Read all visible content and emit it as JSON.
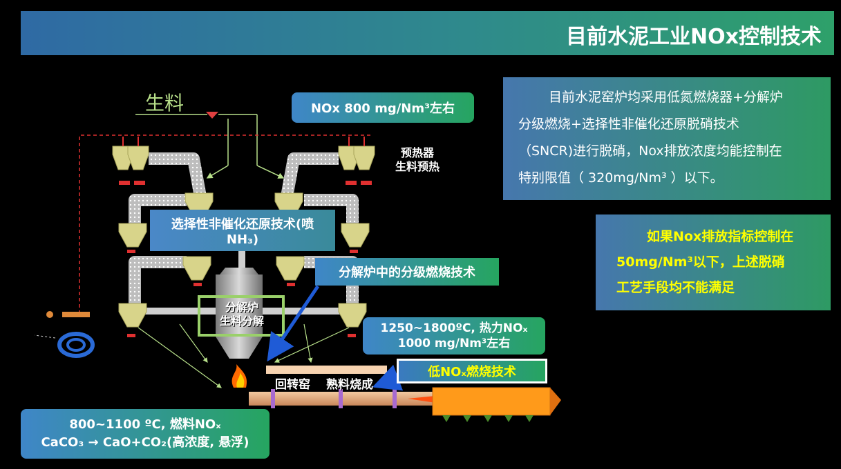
{
  "title": "目前水泥工业NOx控制技术",
  "labels": {
    "raw_meal": "生料",
    "preheater_line1": "预热器",
    "preheater_line2": "生料预热",
    "calciner_line1": "分解炉",
    "calciner_line2": "生料分解",
    "kiln": "回转窑",
    "clinker": "熟料烧成"
  },
  "callouts": {
    "nox_top": "NOx 800 mg/Nm³左右",
    "sncr_line1": "选择性非催化还原技术(喷",
    "sncr_line2": "NH₃)",
    "staged": "分解炉中的分级燃烧技术",
    "thermal_line1": "1250~1800ºC, 热力NOₓ",
    "thermal_line2": "1000 mg/Nm³左右",
    "low_nox": "低NOₓ燃烧技术",
    "fuel_line1": "800~1100 ºC, 燃料NOₓ",
    "fuel_line2": "CaCO₃ → CaO+CO₂(高浓度, 悬浮)"
  },
  "info_box": [
    "目前水泥窑炉均采用低氮燃烧器+分解炉",
    "分级燃烧+选择性非催化还原脱硝技术",
    "（SNCR)进行脱硝，Nox排放浓度均能控制在",
    "特别限值（ 320mg/Nm³ ）以下。"
  ],
  "warn_box": [
    "如果Nox排放指标控制在",
    "50mg/Nm³以下，上述脱硝",
    "工艺手段均不能满足"
  ],
  "colors": {
    "title_start": "#2f6aa4",
    "title_end": "#2ea06a",
    "cyclone": "#d8d48a",
    "duct": "#cfcfcf",
    "highlight": "#ffff00",
    "arrow": "#1f5bd6"
  }
}
